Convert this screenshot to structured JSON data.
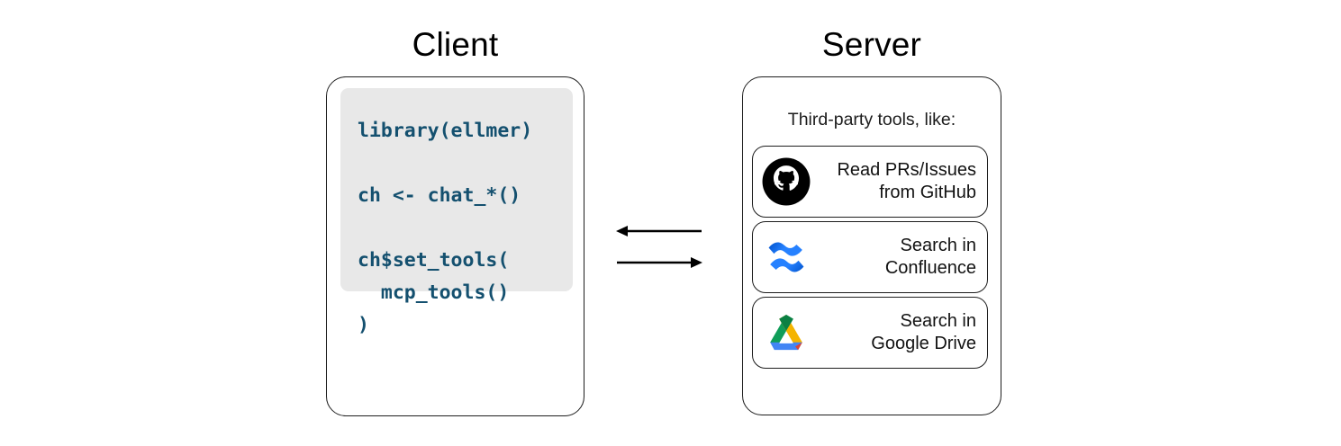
{
  "diagram": {
    "client": {
      "heading": "Client",
      "code": "library(ellmer)\n\nch <- chat_*()\n\nch$set_tools(\n  mcp_tools()\n)",
      "code_color": "#14506f",
      "code_bg": "#e8e8e8"
    },
    "server": {
      "heading": "Server",
      "caption": "Third-party tools, like:",
      "tools": [
        {
          "icon": "github-icon",
          "label_line1": "Read PRs/Issues",
          "label_line2": "from GitHub",
          "color": "#000000"
        },
        {
          "icon": "confluence-icon",
          "label_line1": "Search in",
          "label_line2": "Confluence",
          "color": "#2681ff"
        },
        {
          "icon": "google-drive-icon",
          "label_line1": "Search in",
          "label_line2": "Google Drive",
          "color": "#0f9d58"
        }
      ]
    },
    "arrows": [
      {
        "name": "arrow-server-to-client",
        "direction": "left"
      },
      {
        "name": "arrow-client-to-server",
        "direction": "right"
      }
    ],
    "colors": {
      "stroke": "#1d1d1d",
      "background": "#ffffff",
      "text": "#000000"
    }
  }
}
